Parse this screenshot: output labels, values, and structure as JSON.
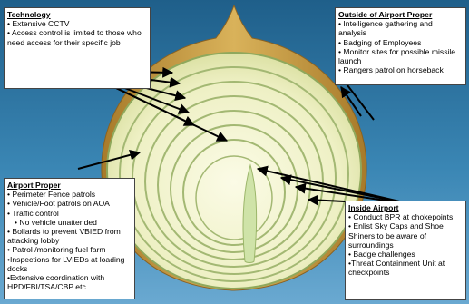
{
  "colors": {
    "background_top": "#1f5f8a",
    "background_bottom": "#6aa9d1",
    "onion_skin": "#c9a24a",
    "onion_flesh": "#f3f2cf",
    "onion_rings": "#8fa85c",
    "arrow": "#000000"
  },
  "technology": {
    "title": "Technology",
    "items": [
      "• Extensive CCTV",
      "• Access control is limited to those who need access for their specific job"
    ]
  },
  "outside": {
    "title": "Outside of Airport Proper",
    "items": [
      "• Intelligence gathering and analysis",
      "• Badging of Employees",
      "• Monitor sites for possible missile launch",
      "• Rangers patrol on horseback"
    ]
  },
  "airport": {
    "title": "Airport Proper",
    "items": [
      "• Perimeter Fence patrols",
      "• Vehicle/Foot patrols on AOA",
      "• Traffic control",
      "• No vehicle unattended",
      "• Bollards to prevent VBIED from attacking lobby",
      "• Patrol /monitoring fuel farm",
      "•Inspections for LVIEDs at loading docks",
      "•Extensive coordination with HPD/FBI/TSA/CBP etc"
    ]
  },
  "inside": {
    "title": "Inside Airport",
    "items": [
      "• Conduct BPR at chokepoints",
      "• Enlist Sky Caps and Shoe Shiners to be aware of surroundings",
      "• Badge challenges",
      "•Threat Containment Unit at checkpoints"
    ]
  }
}
